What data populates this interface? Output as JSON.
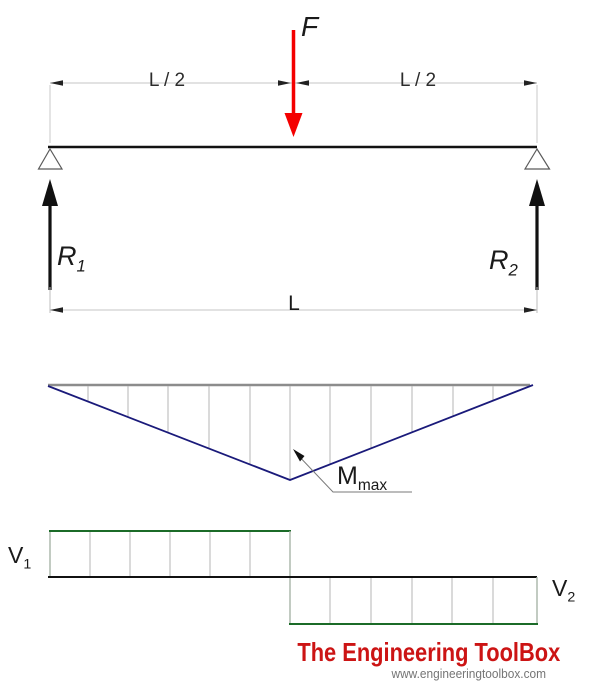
{
  "labels": {
    "force": "F",
    "dim_left": "L / 2",
    "dim_right": "L / 2",
    "reaction_left": {
      "base": "R",
      "sub": "1"
    },
    "reaction_right": {
      "base": "R",
      "sub": "2"
    },
    "span": "L",
    "moment_max": {
      "base": "M",
      "sub": "max"
    },
    "shear_left": {
      "base": "V",
      "sub": "1"
    },
    "shear_right": {
      "base": "V",
      "sub": "2"
    }
  },
  "branding": {
    "title": "The Engineering ToolBox",
    "url": "www.engineeringtoolbox.com"
  },
  "colors": {
    "force_red": "#f40000",
    "moment_navy": "#1a1a7a",
    "shear_green": "#1b6b28",
    "beam_black": "#111111",
    "brand_red": "#cc1414"
  }
}
